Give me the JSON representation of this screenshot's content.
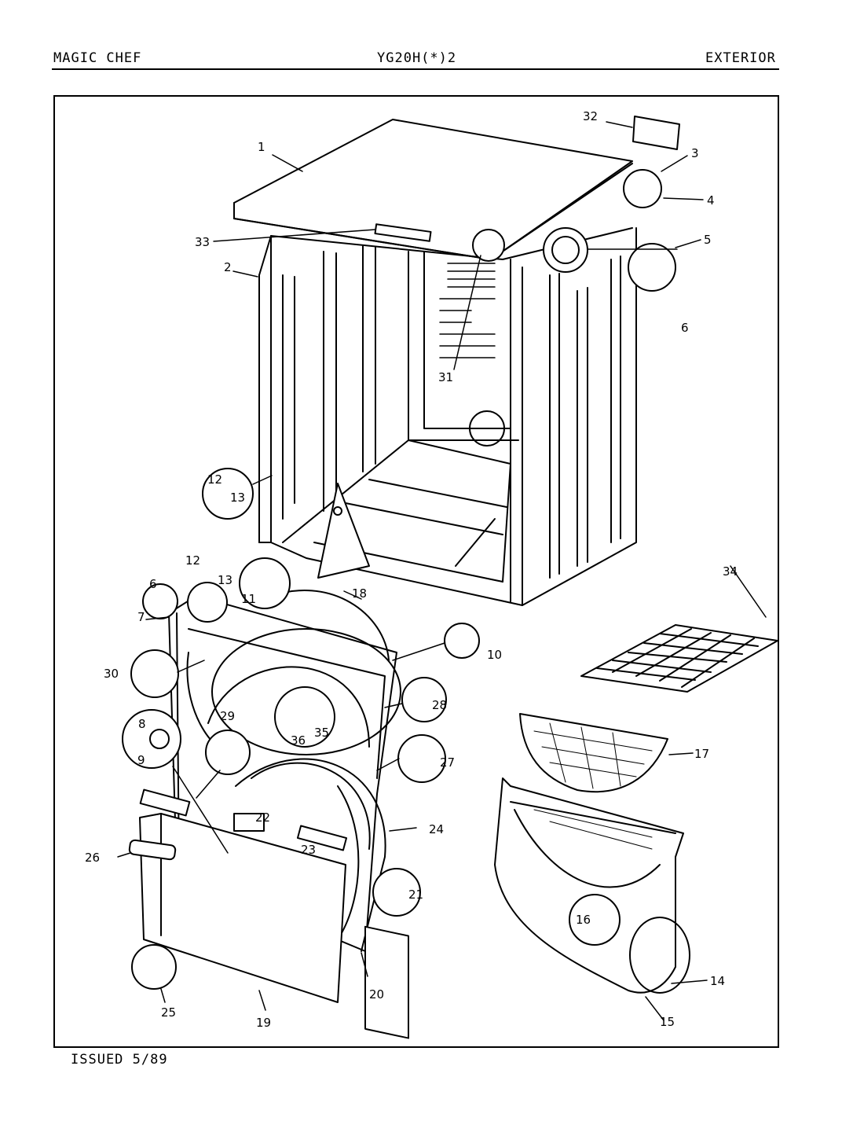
{
  "header": {
    "brand": "MAGIC CHEF",
    "model": "YG20H(*)2",
    "section": "EXTERIOR"
  },
  "footer": {
    "issued": "ISSUED 5/89"
  },
  "parts": [
    {
      "id": "part-1",
      "number": "1"
    },
    {
      "id": "part-2",
      "number": "2"
    },
    {
      "id": "part-3",
      "number": "3"
    },
    {
      "id": "part-4",
      "number": "4"
    },
    {
      "id": "part-5",
      "number": "5"
    },
    {
      "id": "part-6-top",
      "number": "6"
    },
    {
      "id": "part-6-front",
      "number": "6"
    },
    {
      "id": "part-7",
      "number": "7"
    },
    {
      "id": "part-8",
      "number": "8"
    },
    {
      "id": "part-9",
      "number": "9"
    },
    {
      "id": "part-10",
      "number": "10"
    },
    {
      "id": "part-11",
      "number": "11"
    },
    {
      "id": "part-12-side",
      "number": "12"
    },
    {
      "id": "part-13-side",
      "number": "13"
    },
    {
      "id": "part-12-front",
      "number": "12"
    },
    {
      "id": "part-13-front",
      "number": "13"
    },
    {
      "id": "part-14",
      "number": "14"
    },
    {
      "id": "part-15",
      "number": "15"
    },
    {
      "id": "part-16",
      "number": "16"
    },
    {
      "id": "part-17",
      "number": "17"
    },
    {
      "id": "part-18",
      "number": "18"
    },
    {
      "id": "part-19",
      "number": "19"
    },
    {
      "id": "part-20",
      "number": "20"
    },
    {
      "id": "part-21",
      "number": "21"
    },
    {
      "id": "part-22",
      "number": "22"
    },
    {
      "id": "part-23",
      "number": "23"
    },
    {
      "id": "part-24",
      "number": "24"
    },
    {
      "id": "part-25",
      "number": "25"
    },
    {
      "id": "part-26",
      "number": "26"
    },
    {
      "id": "part-27",
      "number": "27"
    },
    {
      "id": "part-28",
      "number": "28"
    },
    {
      "id": "part-29",
      "number": "29"
    },
    {
      "id": "part-30",
      "number": "30"
    },
    {
      "id": "part-31",
      "number": "31"
    },
    {
      "id": "part-32",
      "number": "32"
    },
    {
      "id": "part-33",
      "number": "33"
    },
    {
      "id": "part-34",
      "number": "34"
    },
    {
      "id": "part-35",
      "number": "35"
    },
    {
      "id": "part-36",
      "number": "36"
    }
  ]
}
